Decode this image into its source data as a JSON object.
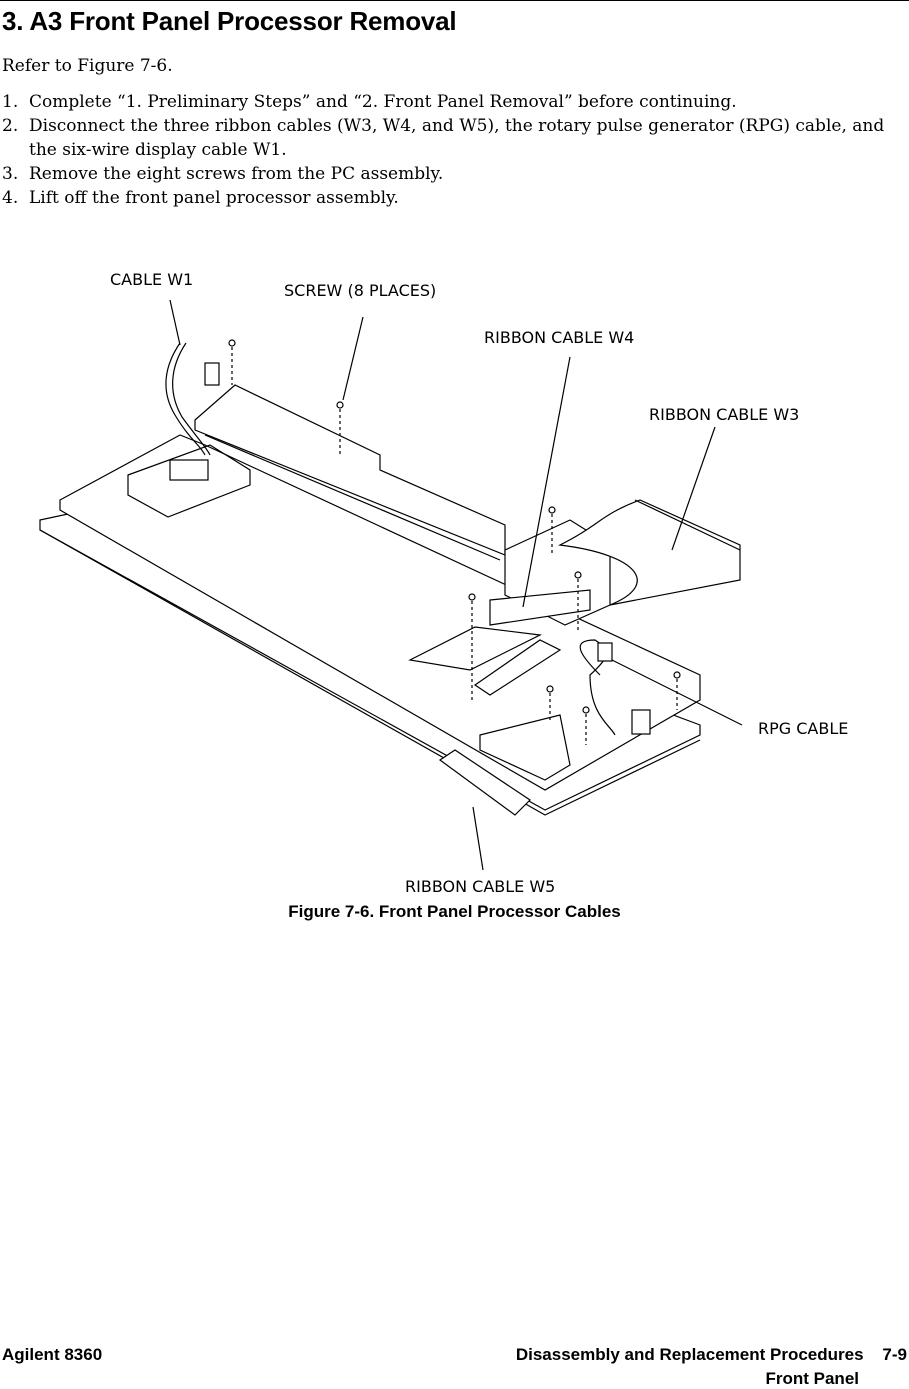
{
  "title": "3. A3 Front Panel Processor Removal",
  "intro": "Refer to Figure 7-6.",
  "steps": [
    {
      "num": "1.",
      "text": "Complete “1. Preliminary Steps” and “2. Front Panel Removal” before continuing."
    },
    {
      "num": "2.",
      "text": "Disconnect the three ribbon cables (W3, W4, and W5), the rotary pulse generator (RPG) cable, and the six-wire display cable W1."
    },
    {
      "num": "3.",
      "text": "Remove the eight screws from the PC assembly."
    },
    {
      "num": "4.",
      "text": "Lift off the front panel processor assembly."
    }
  ],
  "figure": {
    "labels": {
      "cable_w1": "CABLE W1",
      "screw": "SCREW (8 PLACES)",
      "ribbon_w4": "RIBBON CABLE W4",
      "ribbon_w3": "RIBBON CABLE W3",
      "rpg": "RPG CABLE",
      "ribbon_w5": "RIBBON CABLE W5"
    },
    "caption": "Figure 7-6. Front Panel Processor Cables"
  },
  "footer": {
    "left": "Agilent 8360",
    "right": "Disassembly and Replacement Procedures    7-9",
    "sub": "Front Panel"
  }
}
